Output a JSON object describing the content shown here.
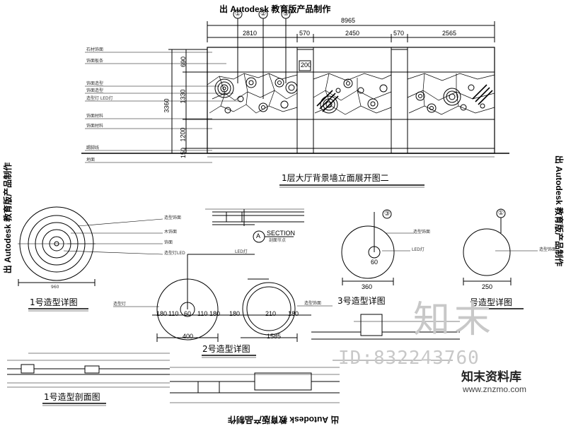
{
  "watermarks": {
    "top": "Autodesk 教育版产品制作",
    "bottom": "Autodesk 教育版产品制作",
    "left": "Autodesk 教育版产品制作",
    "right": "Autodesk 教育版产品制作",
    "prefix_mark": "出"
  },
  "elevation": {
    "title": "1层大厅背景墙立面展开图二",
    "total_dim": "8965",
    "dims": [
      "2810",
      "570",
      "2450",
      "570",
      "2565"
    ],
    "height_total": "3360",
    "heights": [
      "690",
      "1330",
      "1200",
      "150"
    ],
    "callouts": [
      "①",
      "②",
      "③"
    ],
    "small_dim": "200",
    "left_labels": [
      "石材饰面",
      "饰面板条",
      "饰面造型",
      "饰面造型",
      "造型灯 LED灯",
      "饰面材料",
      "饰面材料",
      "踢脚线",
      "地面"
    ]
  },
  "section": {
    "marker": "A",
    "title": "SECTION",
    "scale": "剖面节点"
  },
  "detail1": {
    "title": "1号造型详图",
    "labels": [
      "造型饰面",
      "木饰面",
      "饰面",
      "造型灯LED"
    ],
    "dim": "960"
  },
  "detail2": {
    "title": "2号造型详图",
    "led_label": "LED灯",
    "dims": [
      "180",
      "110",
      "60",
      "110",
      "180",
      "180",
      "210",
      "180"
    ],
    "bottom_dims": [
      "400",
      "1585"
    ],
    "left_label": "造型灯",
    "right_label": "造型饰面"
  },
  "detail3": {
    "title": "3号造型详图",
    "marker": "③",
    "labels": [
      "造型饰面",
      "LED灯"
    ],
    "dims": [
      "60",
      "360"
    ]
  },
  "detail4": {
    "title": "号造型详图",
    "marker": "①",
    "label": "造型饰面",
    "dim": "250"
  },
  "section1": {
    "title": "1号造型剖面图"
  },
  "site_logo": {
    "big": "知末",
    "id": "ID:832243760",
    "brand": "知末资料库",
    "url": "www.znzmo.com"
  }
}
